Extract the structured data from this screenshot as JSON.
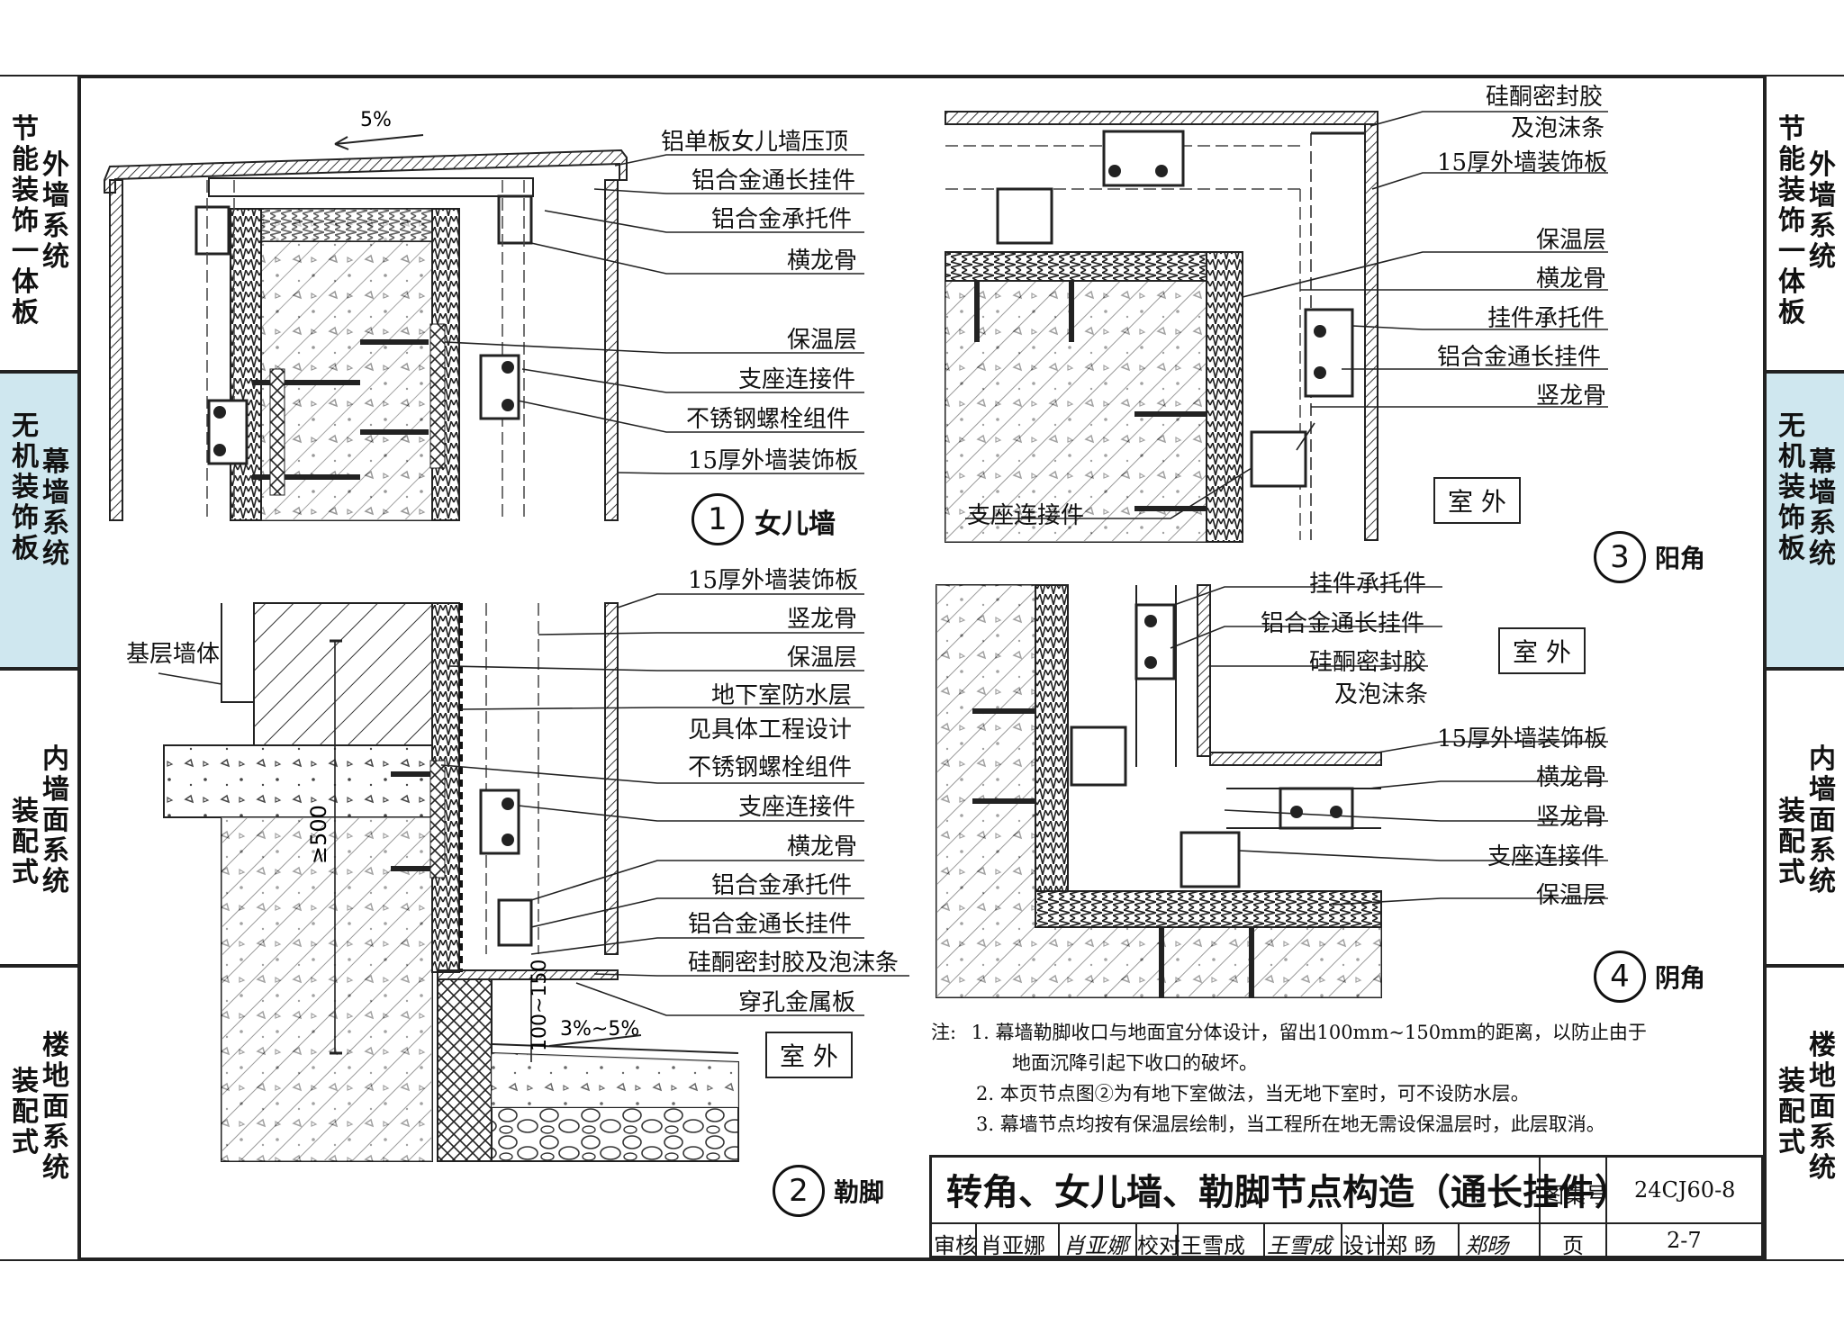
{
  "side_left": [
    {
      "col1": "节能装饰一体板",
      "col2": "外墙系统",
      "highlight": false
    },
    {
      "col1": "无机装饰板",
      "col2": "幕墙系统",
      "highlight": true
    },
    {
      "col1": "装配式",
      "col2": "内墙面系统",
      "highlight": false
    },
    {
      "col1": "装配式",
      "col2": "楼地面系统",
      "highlight": false
    }
  ],
  "side_right": [
    {
      "col1": "节能装饰一体板",
      "col2": "外墙系统",
      "highlight": false
    },
    {
      "col1": "无机装饰板",
      "col2": "幕墙系统",
      "highlight": true
    },
    {
      "col1": "装配式",
      "col2": "内墙面系统",
      "highlight": false
    },
    {
      "col1": "装配式",
      "col2": "楼地面系统",
      "highlight": false
    }
  ],
  "detail1": {
    "num": "1",
    "title": "女儿墙",
    "slope": "5%",
    "labels": [
      "铝单板女儿墙压顶",
      "铝合金通长挂件",
      "铝合金承托件",
      "横龙骨",
      "保温层",
      "支座连接件",
      "不锈钢螺栓组件",
      "15厚外墙装饰板"
    ]
  },
  "detail2": {
    "num": "2",
    "title": "勒脚",
    "left_label": "基层墙体",
    "labels": [
      "15厚外墙装饰板",
      "竖龙骨",
      "保温层",
      "地下室防水层",
      "见具体工程设计",
      "不锈钢螺栓组件",
      "支座连接件",
      "横龙骨",
      "铝合金承托件",
      "铝合金通长挂件",
      "硅酮密封胶及泡沫条",
      "穿孔金属板"
    ],
    "dim_500": "≥500",
    "dim_gap": "100~150",
    "slope": "3%~5%",
    "outside": "室 外"
  },
  "detail3": {
    "num": "3",
    "title": "阳角",
    "labels": [
      "硅酮密封胶",
      "及泡沫条",
      "15厚外墙装饰板",
      "保温层",
      "横龙骨",
      "挂件承托件",
      "铝合金通长挂件",
      "竖龙骨"
    ],
    "left_label": "支座连接件",
    "outside": "室 外"
  },
  "detail4": {
    "num": "4",
    "title": "阴角",
    "labels": [
      "挂件承托件",
      "铝合金通长挂件",
      "硅酮密封胶",
      "及泡沫条",
      "15厚外墙装饰板",
      "横龙骨",
      "竖龙骨",
      "支座连接件",
      "保温层"
    ],
    "outside": "室 外"
  },
  "notes": {
    "prefix": "注:",
    "items": [
      "1.  幕墙勒脚收口与地面宜分体设计，留出100mm~150mm的距离，以防止由于",
      "地面沉降引起下收口的破坏。",
      "2.  本页节点图②为有地下室做法，当无地下室时，可不设防水层。",
      "3.  幕墙节点均按有保温层绘制，当工程所在地无需设保温层时，此层取消。"
    ]
  },
  "title_block": {
    "title": "转角、女儿墙、勒脚节点构造（通长挂件）",
    "atlas_label": "图集号",
    "atlas_no": "24CJ60-8",
    "review_label": "审核",
    "review_name": "肖亚娜",
    "review_sig": "肖亚娜",
    "check_label": "校对",
    "check_name": "王雪成",
    "check_sig": "王雪成",
    "design_label": "设计",
    "design_name": "郑 旸",
    "design_sig": "郑旸",
    "page_label": "页",
    "page_no": "2-7"
  }
}
